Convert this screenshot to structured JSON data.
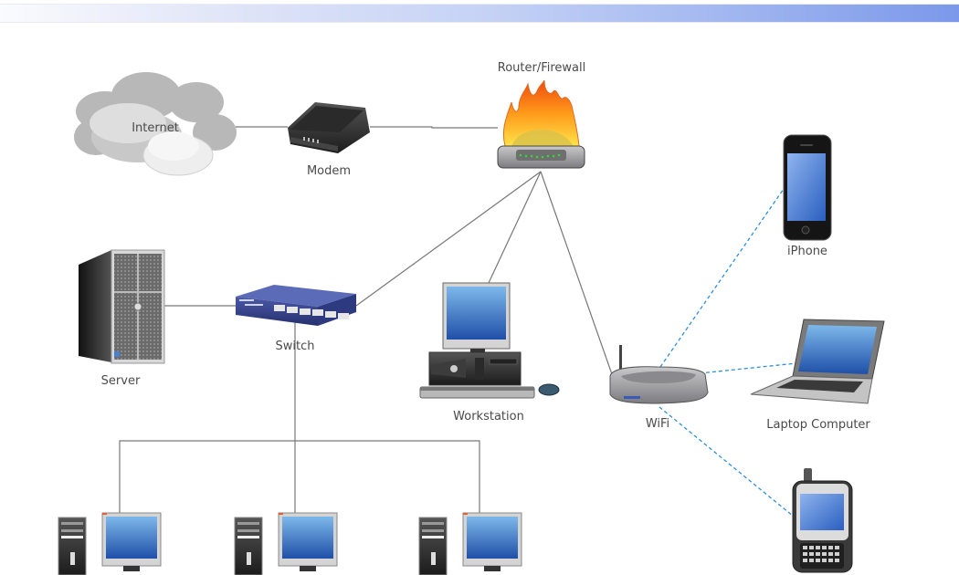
{
  "title_bar": {
    "gradient_colors": [
      "#fafbfe",
      "#7b98ea"
    ]
  },
  "nodes": {
    "internet": {
      "label": "Internet"
    },
    "modem": {
      "label": "Modem"
    },
    "router": {
      "label": "Router/Firewall"
    },
    "iphone": {
      "label": "iPhone"
    },
    "server": {
      "label": "Server"
    },
    "switch": {
      "label": "Switch"
    },
    "workstation": {
      "label": "Workstation"
    },
    "wifi": {
      "label": "WiFi"
    },
    "laptop": {
      "label": "Laptop Computer"
    },
    "pda": {
      "label": ""
    },
    "pc1": {
      "label": ""
    },
    "pc2": {
      "label": ""
    },
    "pc3": {
      "label": ""
    }
  },
  "connections": [
    {
      "from": "internet",
      "to": "modem",
      "type": "wired"
    },
    {
      "from": "modem",
      "to": "router",
      "type": "wired"
    },
    {
      "from": "router",
      "to": "switch",
      "type": "wired"
    },
    {
      "from": "router",
      "to": "workstation",
      "type": "wired"
    },
    {
      "from": "router",
      "to": "wifi",
      "type": "wired"
    },
    {
      "from": "server",
      "to": "switch",
      "type": "wired"
    },
    {
      "from": "switch",
      "to": "pc1",
      "type": "wired"
    },
    {
      "from": "switch",
      "to": "pc2",
      "type": "wired"
    },
    {
      "from": "switch",
      "to": "pc3",
      "type": "wired"
    },
    {
      "from": "wifi",
      "to": "iphone",
      "type": "wireless"
    },
    {
      "from": "wifi",
      "to": "laptop",
      "type": "wireless"
    },
    {
      "from": "wifi",
      "to": "pda",
      "type": "wireless"
    }
  ],
  "colors": {
    "wired": "#777777",
    "wireless": "#2f8fd8",
    "screen": "#3f7fd0"
  }
}
